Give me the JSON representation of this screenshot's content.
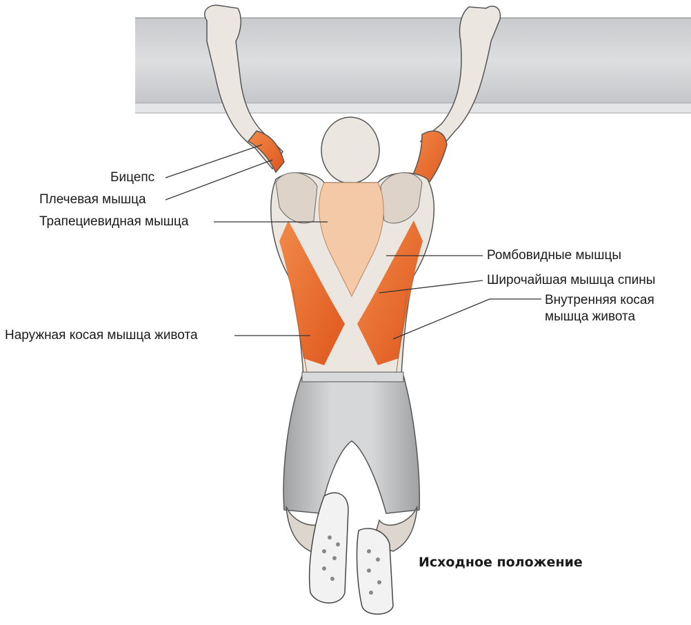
{
  "labels": {
    "biceps": "Бицепс",
    "brachialis": "Плечевая мышца",
    "trapezius": "Трапециевидная мышца",
    "external_oblique": "Наружная косая мышца живота",
    "rhomboids": "Ромбовидные мышцы",
    "latissimus": "Широчайшая мышца спины",
    "internal_oblique_line1": "Внутренняя косая",
    "internal_oblique_line2": "мышца живота"
  },
  "caption": "Исходное положение",
  "colors": {
    "highlight_muscle": "#e8632a",
    "light_muscle": "#f3c9a8",
    "skin": "#ece6e0",
    "bar": "#d4d6d9",
    "shorts": "#c9cacb",
    "leader_line": "#333333"
  }
}
